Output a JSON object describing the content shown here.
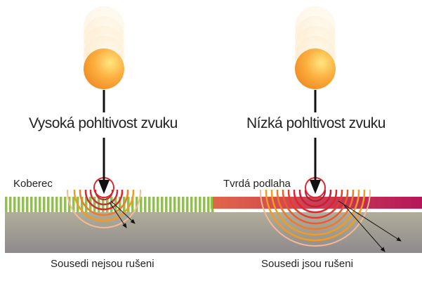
{
  "panels": [
    {
      "heading": "Vysoká pohltivost zvuku",
      "surface_label": "Koberec",
      "caption": "Sousedi nejsou rušeni",
      "surface_type": "carpet",
      "surface_color": "#8cc63f"
    },
    {
      "heading": "Nízká pohltivost zvuku",
      "surface_label": "Tvrdá podlaha",
      "caption": "Sousedi jsou rušeni",
      "surface_type": "hard-floor",
      "surface_color_start": "#e0664a",
      "surface_color_end": "#b5175a"
    }
  ],
  "colors": {
    "ball": "#f7a640",
    "ring_red": "#e0242b",
    "ring_orange": "#f39b1e",
    "ring_pale": "#f7b894",
    "ground_top": "#b0ad9a",
    "ground_bottom": "#8f8a8d"
  }
}
